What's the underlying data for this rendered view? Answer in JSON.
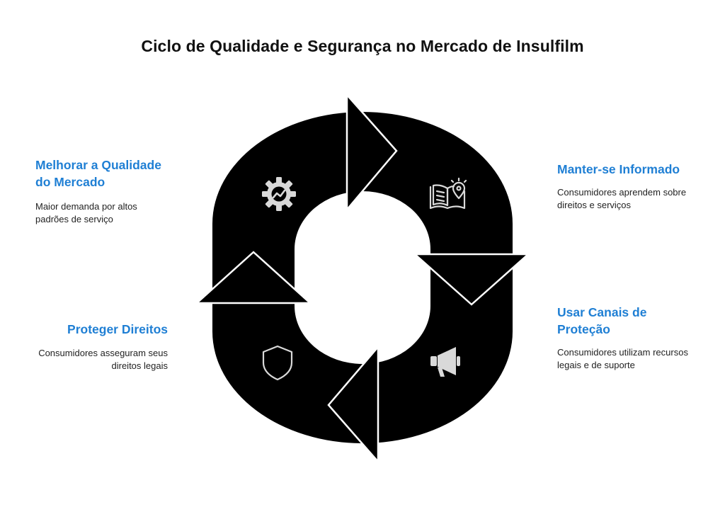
{
  "title": "Ciclo de Qualidade e Segurança no Mercado de Insulfilm",
  "colors": {
    "accent": "#1f7fd4",
    "cycle_fill": "#000000",
    "icon_stroke": "#d9d9d9"
  },
  "steps": [
    {
      "id": "melhorar",
      "title": "Melhorar a Qualidade do Mercado",
      "description": "Maior demanda por altos padrões de serviço",
      "icon": "gear-chart-icon"
    },
    {
      "id": "manter",
      "title": "Manter-se Informado",
      "description": "Consumidores aprendem sobre direitos e serviços",
      "icon": "book-location-icon"
    },
    {
      "id": "usar",
      "title": "Usar Canais de Proteção",
      "description": "Consumidores utilizam recursos legais e de suporte",
      "icon": "megaphone-icon"
    },
    {
      "id": "proteger",
      "title": "Proteger Direitos",
      "description": "Consumidores asseguram seus direitos legais",
      "icon": "shield-icon"
    }
  ]
}
